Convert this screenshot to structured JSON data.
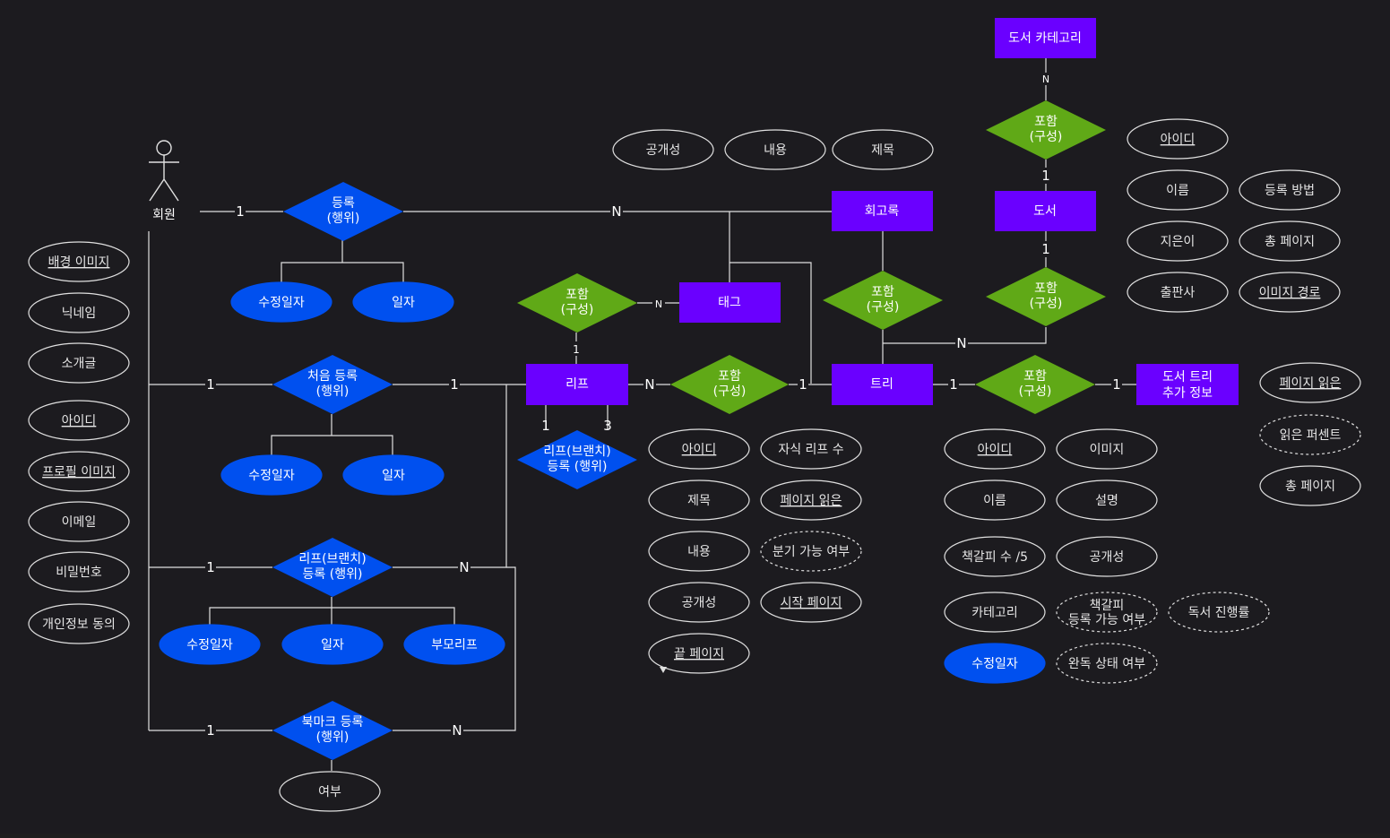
{
  "colors": {
    "background": "#1c1b1f",
    "entity": "#6a00ff",
    "relationship_blue": "#0050ef",
    "relationship_green": "#60a917",
    "attribute_filled": "#0050ef",
    "line": "#e0e0e0",
    "text": "#ffffff"
  },
  "actor": {
    "label": "회원"
  },
  "entities": {
    "category": "도서 카테고리",
    "book": "도서",
    "retro": "회고록",
    "tag": "태그",
    "leaf": "리프",
    "tree": "트리",
    "extra_line1": "도서 트리",
    "extra_line2": "추가 정보"
  },
  "relationships": {
    "register_l1": "등록",
    "register_l2": "(행위)",
    "first_l1": "처음 등록",
    "first_l2": "(행위)",
    "branch_l1": "리프(브랜치)",
    "branch_l2": "등록 (행위)",
    "bookmark_l1": "북마크 등록",
    "bookmark_l2": "(행위)",
    "leafbranch_l1": "리프(브랜치)",
    "leafbranch_l2": "등록 (행위)",
    "contain_l1": "포함",
    "contain_l2": "(구성)"
  },
  "member_attributes": [
    "배경 이미지",
    "닉네임",
    "소개글",
    "아이디",
    "프로필 이미지",
    "이메일",
    "비밀번호",
    "개인정보 동의"
  ],
  "relationship_attributes": {
    "modified": "수정일자",
    "date": "일자",
    "parent_leaf": "부모리프",
    "whether": "여부"
  },
  "retro_attributes": [
    "공개성",
    "내용",
    "제목"
  ],
  "book_attributes": [
    "아이디",
    "이름",
    "등록 방법",
    "지은이",
    "총 페이지",
    "출판사",
    "이미지 경로"
  ],
  "leaf_attributes": [
    "아이디",
    "자식 리프 수",
    "제목",
    "페이지 읽은",
    "내용",
    "분기 가능 여부",
    "공개성",
    "시작 페이지",
    "끝 페이지"
  ],
  "tree_attributes": [
    "아이디",
    "이미지",
    "이름",
    "설명",
    "책갈피 수 /5",
    "공개성",
    "카테고리",
    "책갈피",
    "등록 가능 여부",
    "독서 진행률",
    "수정일자",
    "완독 상태 여부"
  ],
  "extra_attributes": [
    "페이지 읽은",
    "읽은 퍼센트",
    "총 페이지"
  ],
  "cardinality": {
    "one": "1",
    "many": "N",
    "three": "3"
  }
}
